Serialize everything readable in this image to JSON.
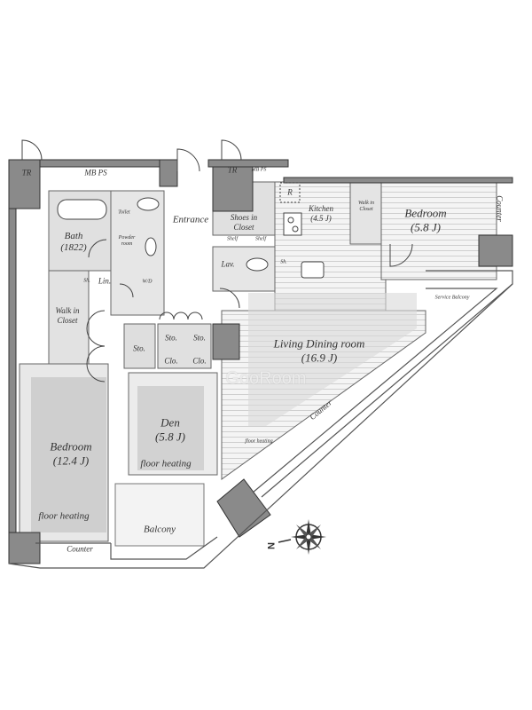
{
  "watermark": "GooRoom",
  "compass": {
    "north_label": "N"
  },
  "rooms": {
    "tr_left": "TR",
    "mbps_left": "MB PS",
    "tr_right": "TR",
    "mbps_right": "MB PS",
    "bath": {
      "name": "Bath",
      "size": "(1822)"
    },
    "toilet": "Toilet",
    "powder_room": "Powder room",
    "entrance": "Entrance",
    "shoes_closet": {
      "line1": "Shoes in",
      "line2": "Closet"
    },
    "shelf_1": "Shelf",
    "shelf_2": "Shelf",
    "lav": "Lav.",
    "sh_lav": "Sh.",
    "refrigerator": "R",
    "kitchen": {
      "name": "Kitchen",
      "size": "(4.5 J)"
    },
    "walk_in_closet_small": {
      "line1": "Walk in",
      "line2": "Closet"
    },
    "bedroom_small": {
      "name": "Bedroom",
      "size": "(5.8 J)"
    },
    "counter_right": "Counter",
    "service_balcony": "Service Balcony",
    "sh_left": "Sh.",
    "lin": "Lin.",
    "wd": "W/D",
    "walk_in_closet": {
      "line1": "Walk in",
      "line2": "Closet"
    },
    "sto_1": "Sto.",
    "sto_2": "Sto.",
    "sto_3": "Sto.",
    "clo_1": "Clo.",
    "clo_2": "Clo.",
    "living_dining": {
      "name": "Living Dining room",
      "size": "(16.9 J)"
    },
    "ldk_floor_heating": "floor heating",
    "counter_diag": "Counter",
    "den": {
      "name": "Den",
      "size": "(5.8 J)",
      "note": "floor heating"
    },
    "bedroom_large": {
      "name": "Bedroom",
      "size": "(12.4 J)",
      "note": "floor heating"
    },
    "counter_bottom": "Counter",
    "balcony": "Balcony"
  }
}
